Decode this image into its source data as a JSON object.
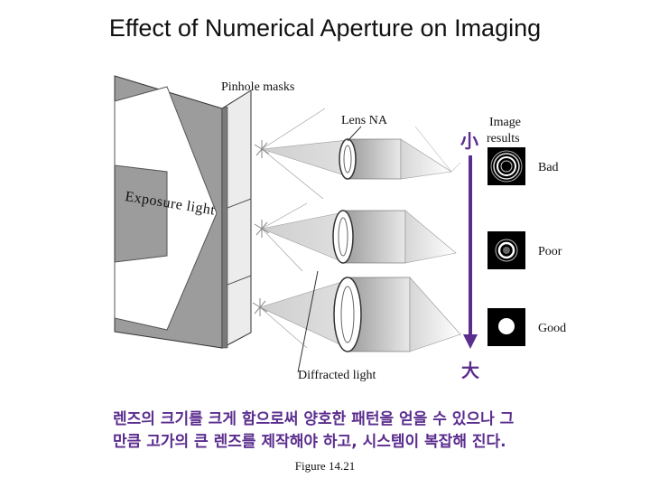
{
  "title": "Effect of Numerical Aperture on Imaging",
  "labels": {
    "pinhole_masks": "Pinhole masks",
    "lens_na": "Lens NA",
    "image_results_line1": "Image",
    "image_results_line2": "results",
    "exposure_light": "Exposure light",
    "diffracted_light": "Diffracted light",
    "small": "小",
    "large": "大"
  },
  "results": [
    {
      "label": "Bad"
    },
    {
      "label": "Poor"
    },
    {
      "label": "Good"
    }
  ],
  "korean_text": {
    "line1": "렌즈의 크기를 크게 함으로써 양호한 패턴을 얻을 수 있으나 그",
    "line2": "만큼 고가의 큰 렌즈를 제작해야 하고, 시스템이 복잡해 진다."
  },
  "caption": "Figure 14.21",
  "colors": {
    "arrow": "#5b2d8e"
  }
}
